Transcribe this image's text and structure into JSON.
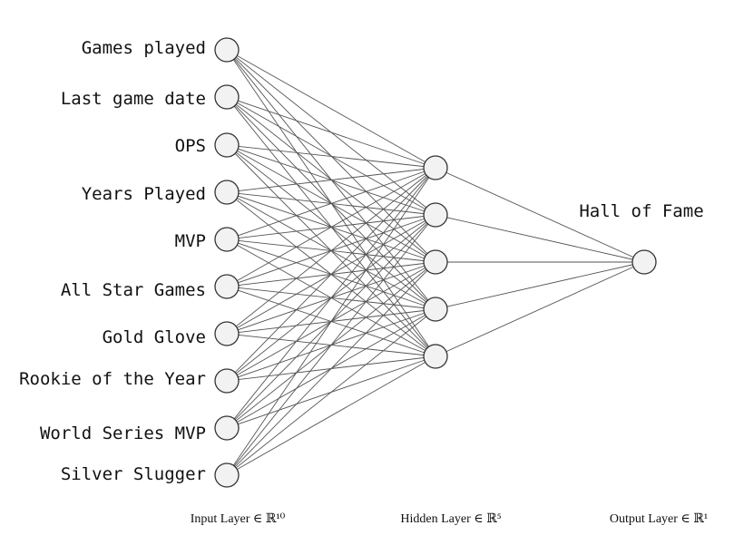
{
  "input_layer": {
    "features": [
      "Games played",
      "Last game date",
      "OPS",
      "Years Played",
      "MVP",
      "All Star Games",
      "Gold Glove",
      "Rookie of the Year",
      "World Series MVP",
      "Silver Slugger"
    ],
    "caption": "Input Layer ∈ ℝ¹⁰"
  },
  "hidden_layer": {
    "size": 5,
    "caption": "Hidden Layer ∈ ℝ⁵"
  },
  "output_layer": {
    "label": "Hall of Fame",
    "caption": "Output Layer ∈ ℝ¹"
  },
  "colors": {
    "node_fill": "#f2f2f2",
    "node_stroke": "#333333",
    "edge": "#555555"
  }
}
